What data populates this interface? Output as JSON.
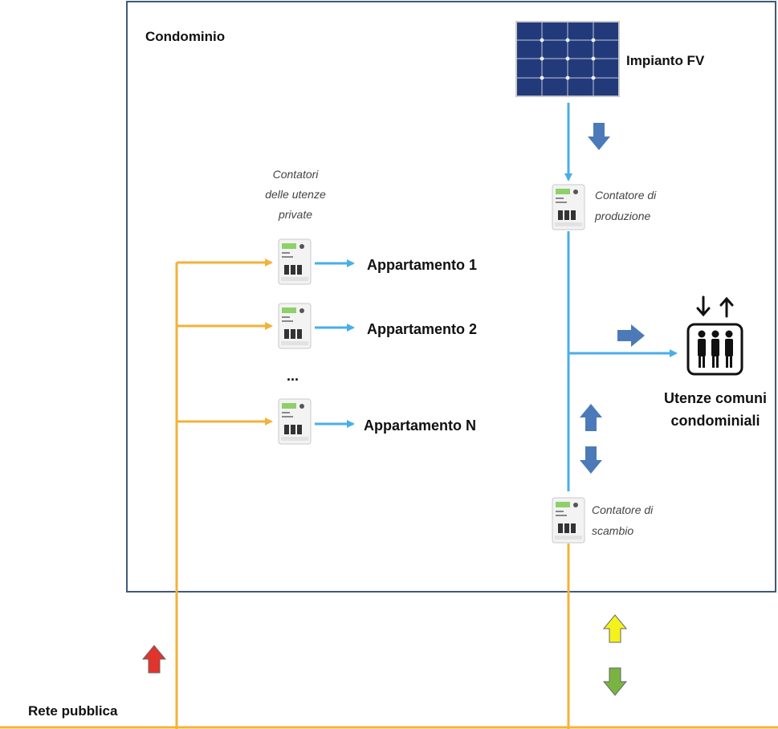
{
  "labels": {
    "condominio": "Condominio",
    "impianto": "Impianto FV",
    "contatori_line1": "Contatori",
    "contatori_line2": "delle utenze",
    "contatori_line3": "private",
    "produzione_line1": "Contatore di",
    "produzione_line2": "produzione",
    "scambio_line1": "Contatore di",
    "scambio_line2": "scambio",
    "app1": "Appartamento 1",
    "app2": "Appartamento 2",
    "ellipsis": "...",
    "appN": "Appartamento N",
    "utenze_line1": "Utenze comuni",
    "utenze_line2": "condominiali",
    "rete": "Rete pubblica"
  },
  "colors": {
    "border": "#3f5a78",
    "orange_line": "#f3b23a",
    "blue_line": "#4aaee8",
    "dark_arrow": "#4c7ab8",
    "red_arrow": "#e0342c",
    "yellow_arrow": "#f4f21c",
    "green_arrow": "#79b442"
  },
  "icons": {
    "solar": "solar-panel-icon",
    "meter": "electric-meter-icon",
    "people": "shared-users-icon"
  }
}
